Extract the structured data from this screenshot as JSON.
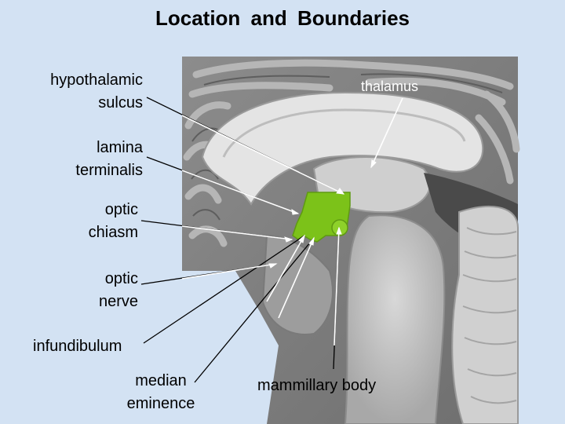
{
  "slide": {
    "title": "Location  and  Boundaries",
    "labels": {
      "hypothalamic_sulcus": [
        "hypothalamic",
        "sulcus"
      ],
      "lamina_terminalis": [
        "lamina",
        "terminalis"
      ],
      "optic_chiasm": [
        "optic",
        "chiasm"
      ],
      "optic_nerve": [
        "optic",
        "nerve"
      ],
      "infundibulum": "infundibulum",
      "median_eminence": [
        "median",
        "eminence"
      ],
      "mammillary_body": "mammillary body",
      "thalamus": "thalamus"
    },
    "colors": {
      "background": "#d3e2f3",
      "hypothalamus_highlight": "#7cc219",
      "pointer_lines": "#000000",
      "pointer_lines_on_image": "#ffffff"
    }
  }
}
